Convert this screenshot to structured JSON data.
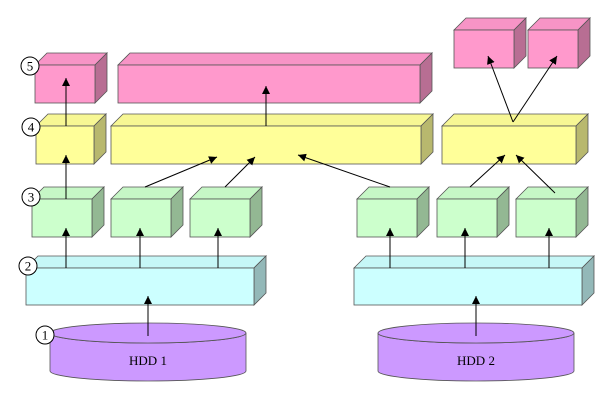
{
  "colors": {
    "disk": "#cc99ff",
    "level2": "#ccffff",
    "level3": "#ccffcc",
    "level4": "#ffff99",
    "level5": "#ff99cc",
    "outline": "#555555",
    "arrow": "#000000"
  },
  "layer_numbers": [
    "1",
    "2",
    "3",
    "4",
    "5"
  ],
  "disks": [
    {
      "id": "hdd1",
      "label": "HDD 1"
    },
    {
      "id": "hdd2",
      "label": "HDD 2"
    }
  ],
  "blocks": [
    {
      "id": "l2a",
      "level": 2
    },
    {
      "id": "l2b",
      "level": 2
    },
    {
      "id": "l3a",
      "level": 3
    },
    {
      "id": "l3b",
      "level": 3
    },
    {
      "id": "l3c",
      "level": 3
    },
    {
      "id": "l3d",
      "level": 3
    },
    {
      "id": "l3e",
      "level": 3
    },
    {
      "id": "l3f",
      "level": 3
    },
    {
      "id": "l4a",
      "level": 4
    },
    {
      "id": "l4b",
      "level": 4
    },
    {
      "id": "l4c",
      "level": 4
    },
    {
      "id": "l5a",
      "level": 5
    },
    {
      "id": "l5b",
      "level": 5
    },
    {
      "id": "l5c",
      "level": 5
    },
    {
      "id": "l5d",
      "level": 5
    }
  ],
  "connections": [
    {
      "from": "hdd1",
      "to": "l2a"
    },
    {
      "from": "hdd2",
      "to": "l2b"
    },
    {
      "from": "l2a",
      "to": "l3a"
    },
    {
      "from": "l2a",
      "to": "l3b"
    },
    {
      "from": "l2a",
      "to": "l3c"
    },
    {
      "from": "l2b",
      "to": "l3d"
    },
    {
      "from": "l2b",
      "to": "l3e"
    },
    {
      "from": "l2b",
      "to": "l3f"
    },
    {
      "from": "l3a",
      "to": "l4a"
    },
    {
      "from": "l3b",
      "to": "l4b"
    },
    {
      "from": "l3c",
      "to": "l4b"
    },
    {
      "from": "l3d",
      "to": "l4b"
    },
    {
      "from": "l3e",
      "to": "l4c"
    },
    {
      "from": "l3f",
      "to": "l4c"
    },
    {
      "from": "l4a",
      "to": "l5a"
    },
    {
      "from": "l4b",
      "to": "l5b"
    },
    {
      "from": "l4c",
      "to": "l5c"
    },
    {
      "from": "l4c",
      "to": "l5d"
    }
  ]
}
